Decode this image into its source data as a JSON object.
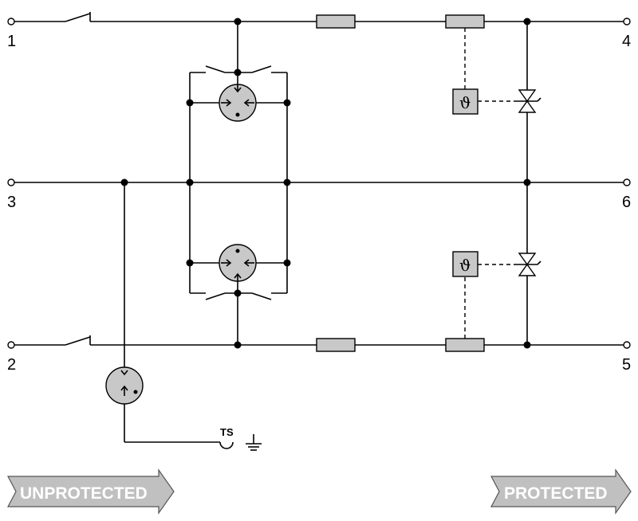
{
  "terminals": {
    "t1": "1",
    "t2": "2",
    "t3": "3",
    "t4": "4",
    "t5": "5",
    "t6": "6"
  },
  "ts_label": "TS",
  "thermal_symbol": "ϑ",
  "banners": {
    "left": "UNPROTECTED",
    "right": "PROTECTED"
  },
  "colors": {
    "component_fill": "#c8c8c8",
    "banner_fill": "#c0c0c0",
    "line": "#000000"
  }
}
